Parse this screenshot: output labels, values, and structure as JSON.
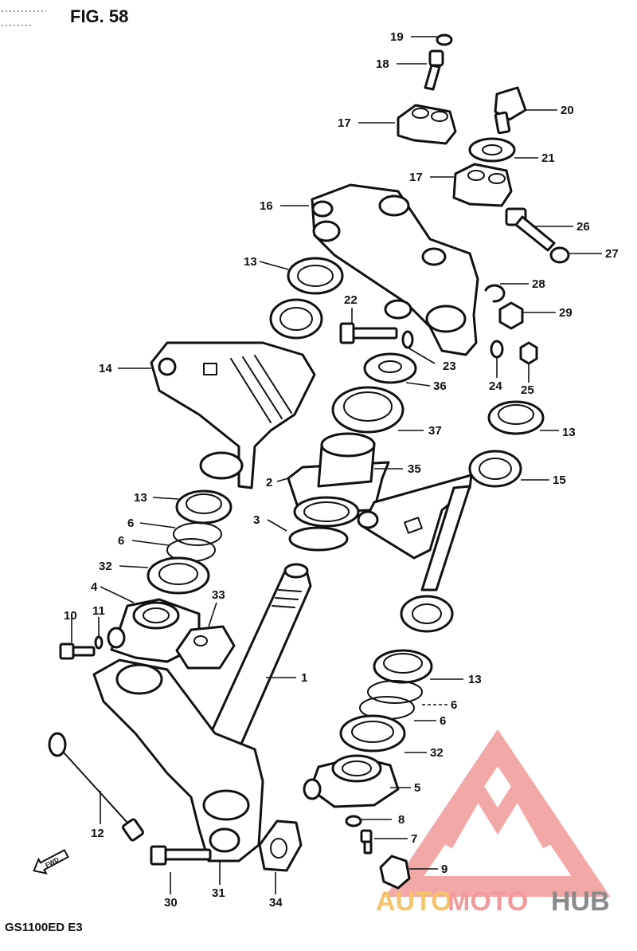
{
  "figure": {
    "title": "FIG. 58",
    "model_code": "GS1100ED E3"
  },
  "direction_marker": {
    "label": "FWD",
    "icon": "forward-arrow-icon"
  },
  "callouts": [
    {
      "label": "1"
    },
    {
      "label": "2"
    },
    {
      "label": "3"
    },
    {
      "label": "4"
    },
    {
      "label": "5"
    },
    {
      "label": "6"
    },
    {
      "label": "6"
    },
    {
      "label": "6"
    },
    {
      "label": "6"
    },
    {
      "label": "7"
    },
    {
      "label": "8"
    },
    {
      "label": "9"
    },
    {
      "label": "10"
    },
    {
      "label": "11"
    },
    {
      "label": "12"
    },
    {
      "label": "13"
    },
    {
      "label": "13"
    },
    {
      "label": "13"
    },
    {
      "label": "13"
    },
    {
      "label": "14"
    },
    {
      "label": "15"
    },
    {
      "label": "16"
    },
    {
      "label": "17"
    },
    {
      "label": "17"
    },
    {
      "label": "18"
    },
    {
      "label": "19"
    },
    {
      "label": "20"
    },
    {
      "label": "21"
    },
    {
      "label": "22"
    },
    {
      "label": "23"
    },
    {
      "label": "24"
    },
    {
      "label": "25"
    },
    {
      "label": "26"
    },
    {
      "label": "27"
    },
    {
      "label": "28"
    },
    {
      "label": "29"
    },
    {
      "label": "30"
    },
    {
      "label": "31"
    },
    {
      "label": "32"
    },
    {
      "label": "32"
    },
    {
      "label": "33"
    },
    {
      "label": "34"
    },
    {
      "label": "35"
    },
    {
      "label": "36"
    },
    {
      "label": "37"
    }
  ],
  "watermark": {
    "part1": "AUTO",
    "part2": "MOTO",
    "part3": "HUB",
    "colors": {
      "triangle": "#f29a9a",
      "auto": "#f5c46a",
      "moto": "#f29a9a",
      "hub": "#8a8a8a"
    }
  }
}
